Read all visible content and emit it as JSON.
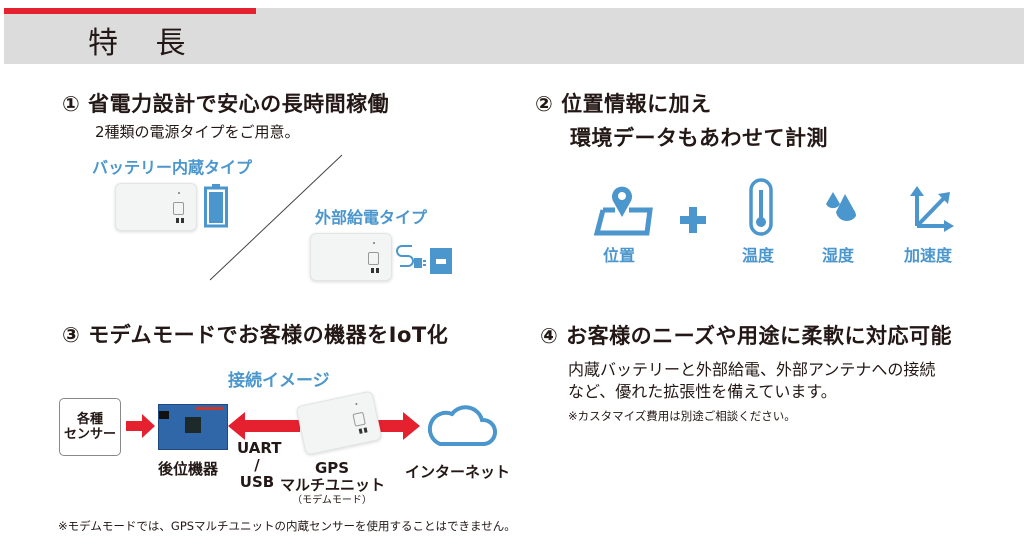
{
  "header": {
    "title": "特 長"
  },
  "section1": {
    "heading": "① 省電力設計で安心の長時間稼働",
    "subtitle": "2種類の電源タイプをご用意。",
    "battery_type_label": "バッテリー内蔵タイプ",
    "external_type_label": "外部給電タイプ"
  },
  "section2": {
    "heading_line1": "② 位置情報に加え",
    "heading_line2": "環境データもあわせて計測",
    "items": [
      {
        "label": "位置",
        "icon": "map-pin-icon"
      },
      {
        "label": "温度",
        "icon": "thermometer-icon"
      },
      {
        "label": "湿度",
        "icon": "water-drop-icon"
      },
      {
        "label": "加速度",
        "icon": "acceleration-axes-icon"
      }
    ]
  },
  "section3": {
    "heading": "③ モデムモードでお客様の機器をIoT化",
    "diagram_title": "接続イメージ",
    "sensor_line1": "各種",
    "sensor_line2": "センサー",
    "host_device": "後位機器",
    "uart": "UART",
    "slash": "/",
    "usb": "USB",
    "gps": "GPS",
    "multi_unit": "マルチユニット",
    "modem_mode": "（モデムモード）",
    "internet": "インターネット",
    "note": "※モデムモードでは、GPSマルチユニットの内蔵センサーを使用することはできません。"
  },
  "section4": {
    "heading": "④ お客様のニーズや用途に柔軟に対応可能",
    "body_line1": "内蔵バッテリーと外部給電、外部アンテナへの接続",
    "body_line2": "など、優れた拡張性を備えています。",
    "note": "※カスタマイズ費用は別途ご相談ください。"
  },
  "colors": {
    "accent_red": "#e5202f",
    "accent_blue": "#4b96cc",
    "band_gray": "#dcdcdd"
  }
}
